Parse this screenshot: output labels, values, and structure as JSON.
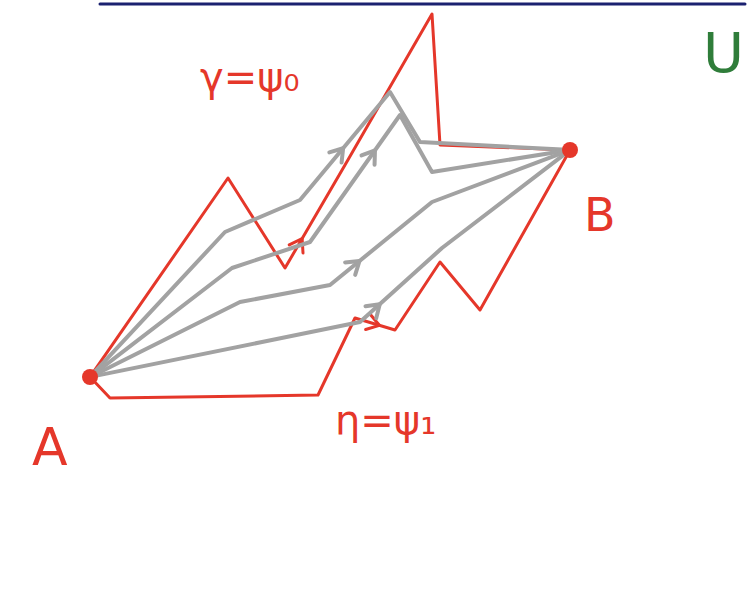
{
  "diagram": {
    "nodes": [
      {
        "text": [
          "U"
        ]
      },
      {
        "text": [
          "A"
        ],
        "in": 0
      },
      {
        "text": [
          "B"
        ],
        "in": 0
      }
    ],
    "edges": [
      {
        "from": 1,
        "to": 2,
        "arrow": "to",
        "label": "γ=ψ₀"
      },
      {
        "from": 1,
        "to": 2,
        "arrow": "to",
        "label": "η=ψ₁"
      },
      {
        "from": 1,
        "to": 2,
        "arrow": "to"
      },
      {
        "from": 1,
        "to": 2,
        "arrow": "to"
      },
      {
        "from": 1,
        "to": 2,
        "arrow": "to"
      },
      {
        "from": 1,
        "to": 2,
        "arrow": "to"
      }
    ]
  }
}
